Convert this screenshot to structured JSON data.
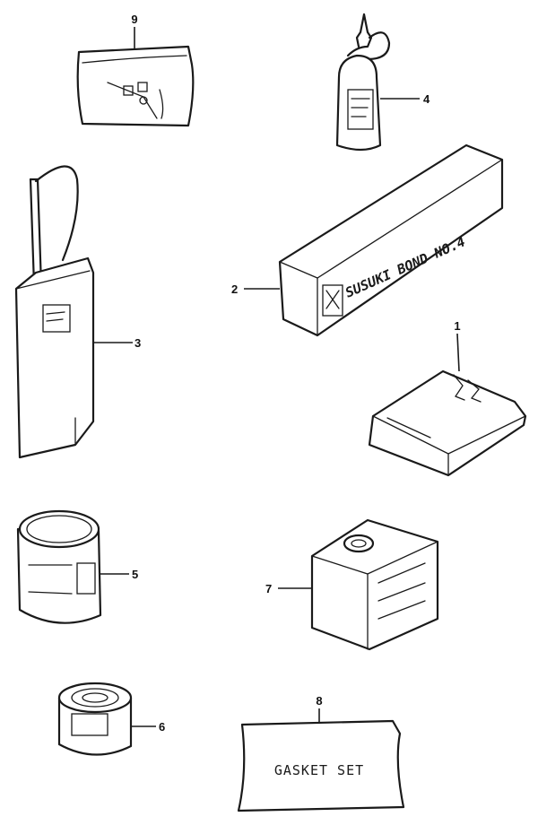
{
  "callouts": {
    "part_1": "1",
    "part_2": "2",
    "part_3": "3",
    "part_4": "4",
    "part_5": "5",
    "part_6": "6",
    "part_7": "7",
    "part_8": "8",
    "part_9": "9"
  },
  "box_label": "SUSUKI BOND NO.4",
  "gasket_label": "GASKET SET"
}
